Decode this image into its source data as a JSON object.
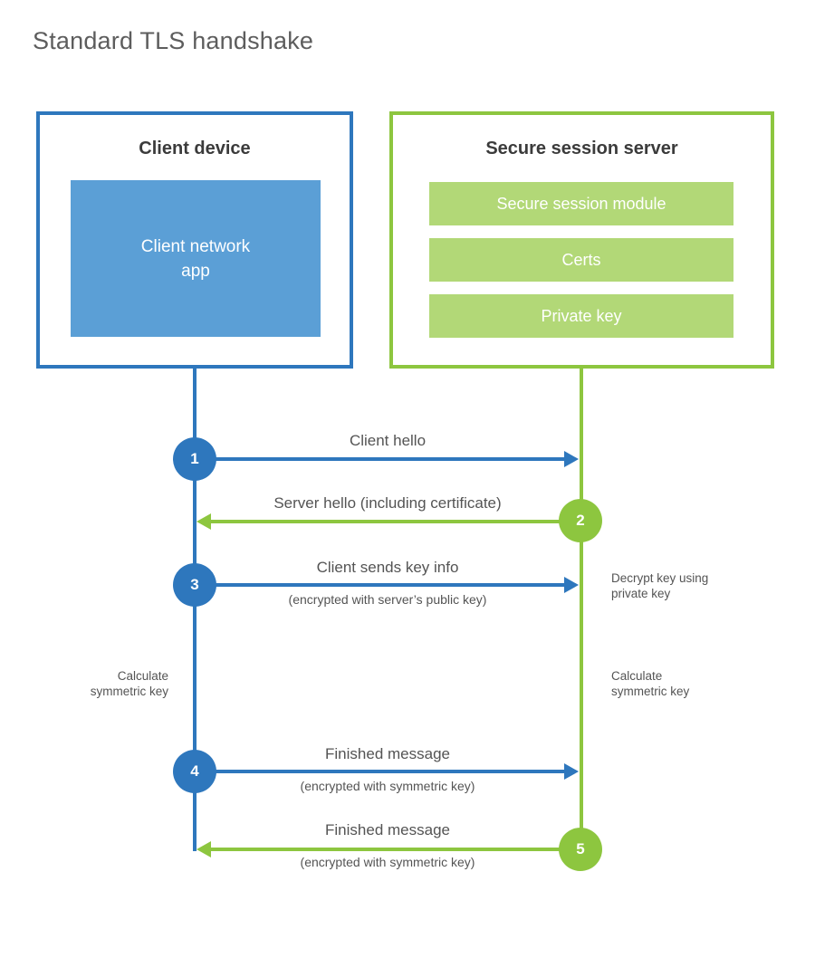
{
  "title": "Standard TLS handshake",
  "client": {
    "title": "Client device",
    "app_line1": "Client network",
    "app_line2": "app"
  },
  "server": {
    "title": "Secure session server",
    "modules": [
      "Secure session module",
      "Certs",
      "Private key"
    ]
  },
  "steps": [
    {
      "num": "1",
      "label": "Client hello",
      "sublabel": "",
      "direction": "client-to-server"
    },
    {
      "num": "2",
      "label": "Server hello (including certificate)",
      "sublabel": "",
      "direction": "server-to-client"
    },
    {
      "num": "3",
      "label": "Client sends key info",
      "sublabel": "(encrypted with server’s public key)",
      "direction": "client-to-server"
    },
    {
      "num": "4",
      "label": "Finished message",
      "sublabel": "(encrypted with symmetric key)",
      "direction": "client-to-server"
    },
    {
      "num": "5",
      "label": "Finished message",
      "sublabel": "(encrypted with symmetric key)",
      "direction": "server-to-client"
    }
  ],
  "notes": {
    "decrypt_line1": "Decrypt key using",
    "decrypt_line2": "private key",
    "calc_left_line1": "Calculate",
    "calc_left_line2": "symmetric key",
    "calc_right_line1": "Calculate",
    "calc_right_line2": "symmetric key"
  },
  "colors": {
    "client_primary": "#2e77bd",
    "client_fill": "#5b9fd6",
    "server_primary": "#8dc63f",
    "server_fill": "#b2d877",
    "heading_text": "#3b3b3b",
    "label_text": "#545454",
    "title_text": "#5d5d5d"
  }
}
